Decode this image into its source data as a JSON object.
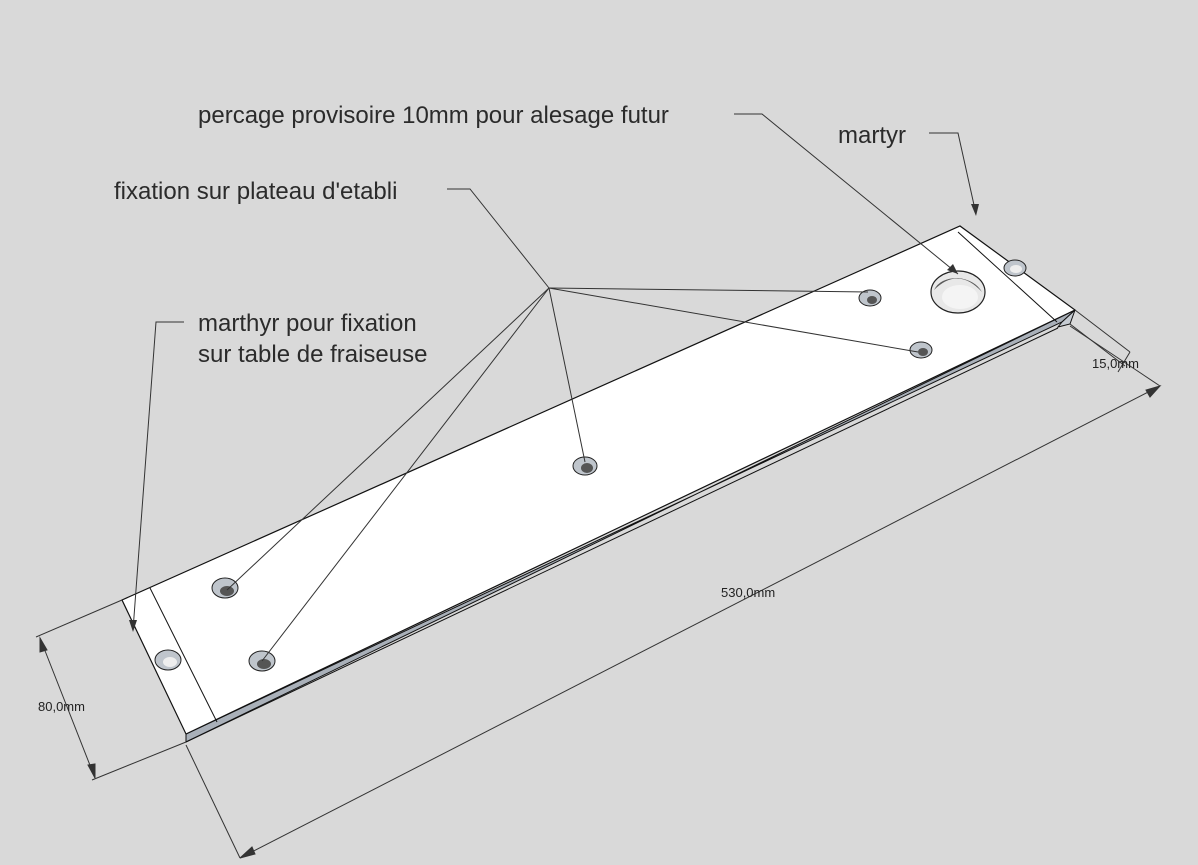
{
  "annotations": {
    "drill_note": "percage provisoire 10mm pour alesage futur",
    "fixation_note": "fixation sur plateau d'etabli",
    "martyr_note": "martyr",
    "marthyr_line1": "marthyr pour fixation",
    "marthyr_line2": "sur table de fraiseuse"
  },
  "dimensions": {
    "length": "530,0mm",
    "width": "80,0mm",
    "thickness": "15,0mm"
  },
  "colors": {
    "background": "#d9d9d9",
    "board_top": "#ffffff",
    "board_side": "#a9b0b9",
    "outline": "#111111",
    "leader": "#333333"
  }
}
